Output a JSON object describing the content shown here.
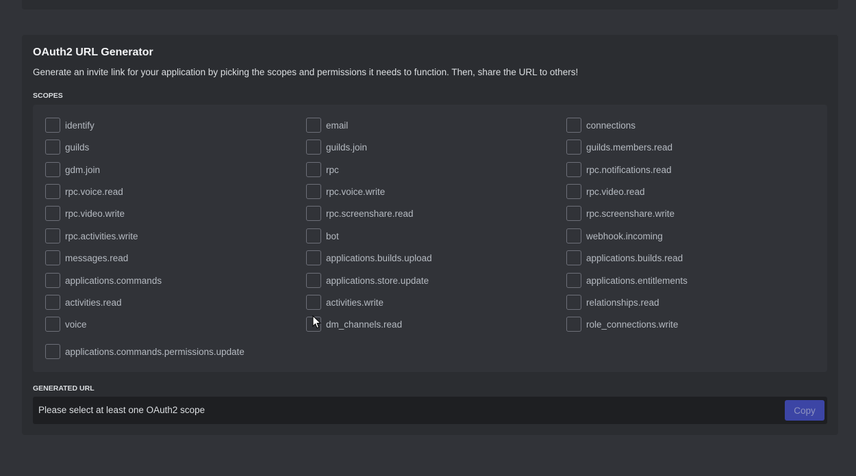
{
  "oauth2": {
    "title": "OAuth2 URL Generator",
    "description": "Generate an invite link for your application by picking the scopes and permissions it needs to function. Then, share the URL to others!",
    "scopes_label": "SCOPES",
    "scopes": [
      "identify",
      "email",
      "connections",
      "guilds",
      "guilds.join",
      "guilds.members.read",
      "gdm.join",
      "rpc",
      "rpc.notifications.read",
      "rpc.voice.read",
      "rpc.voice.write",
      "rpc.video.read",
      "rpc.video.write",
      "rpc.screenshare.read",
      "rpc.screenshare.write",
      "rpc.activities.write",
      "bot",
      "webhook.incoming",
      "messages.read",
      "applications.builds.upload",
      "applications.builds.read",
      "applications.commands",
      "applications.store.update",
      "applications.entitlements",
      "activities.read",
      "activities.write",
      "relationships.read",
      "voice",
      "dm_channels.read",
      "role_connections.write",
      "applications.commands.permissions.update"
    ],
    "generated_url_label": "GENERATED URL",
    "generated_url_value": "Please select at least one OAuth2 scope",
    "copy_label": "Copy"
  },
  "colors": {
    "background": "#313338",
    "card": "#2b2d31",
    "input": "#1e1f22",
    "button_disabled": "#3c45a5"
  },
  "icons": {
    "cursor": "mouse-pointer-icon"
  }
}
